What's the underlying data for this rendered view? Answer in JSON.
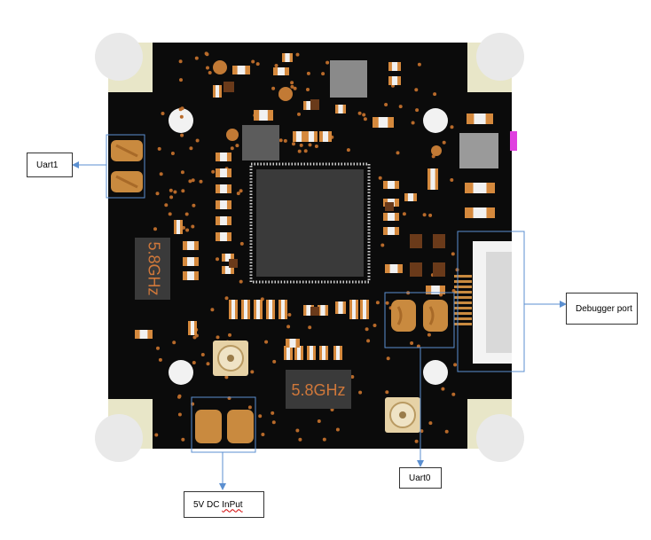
{
  "labels": {
    "uart1": "Uart1",
    "debugger": "Debugger port",
    "uart0": "Uart0",
    "dc_prefix": "5V DC ",
    "dc_misspelled": "InPut"
  },
  "chips": {
    "ant_top": "5.8GHz",
    "ant_bottom": "5.8GHz"
  },
  "colors": {
    "board": "#0b0b0b",
    "pad": "#c98a3f",
    "via": "#b86a2a",
    "mounting_corner": "#e8e6c8",
    "mounting_hole": "#e9e9e9",
    "callout_line": "#5b8fd0",
    "chip": "#3a3a3a",
    "resistor_body": "#f1f1f1",
    "resistor_end": "#d5893d",
    "connector": "#f3f3f3",
    "magenta_led": "#e040e0"
  }
}
